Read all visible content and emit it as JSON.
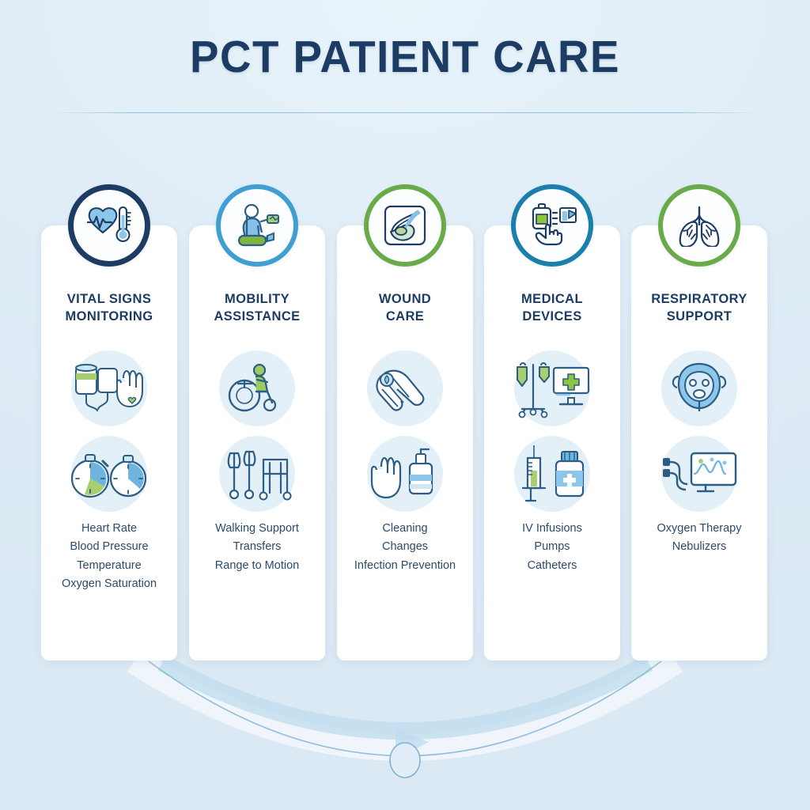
{
  "header": {
    "title": "PCT PATIENT CARE"
  },
  "theme": {
    "background": "#e2eef7",
    "title_color": "#1d3c63",
    "text_color": "#2c4a6b",
    "ring_navy": "#1d3c63",
    "ring_blue": "#3f9fd0",
    "ring_green": "#6aab49",
    "ring_teal": "#1a7fad",
    "card_background": "#ffffff",
    "sub_disc": "#e4f0f8"
  },
  "columns": [
    {
      "heading": "VITAL SIGNS\nMONITORING",
      "ring_style": "navy",
      "badge_icon": "heart-thermometer-icon",
      "sub_icons": [
        "iv-bag-gloved-hand-icon",
        "stopwatch-timers-icon"
      ],
      "items": [
        "Heart Rate",
        "Blood Pressure",
        "Temperature",
        "Oxygen Saturation"
      ]
    },
    {
      "heading": "MOBILITY\nASSISTANCE",
      "ring_style": "blue",
      "badge_icon": "seated-patient-icon",
      "sub_icons": [
        "wheelchair-icon",
        "crutches-walker-icon"
      ],
      "items": [
        "Walking Support",
        "Transfers",
        "Range to Motion"
      ]
    },
    {
      "heading": "WOUND\nCARE",
      "ring_style": "green",
      "badge_icon": "wound-dressing-icon",
      "sub_icons": [
        "bandaged-limb-icon",
        "hand-sanitizer-icon"
      ],
      "items": [
        "Cleaning",
        "Changes",
        "Infection Prevention"
      ]
    },
    {
      "heading": "MEDICAL\nDEVICES",
      "ring_style": "teal",
      "badge_icon": "hand-holding-device-icon",
      "sub_icons": [
        "iv-stand-monitor-icon",
        "syringe-bottle-icon"
      ],
      "items": [
        "IV Infusions",
        "Pumps",
        "Catheters"
      ]
    },
    {
      "heading": "RESPIRATORY\nSUPPORT",
      "ring_style": "green",
      "badge_icon": "lungs-icon",
      "sub_icons": [
        "oxygen-mask-icon",
        "tubing-monitor-icon"
      ],
      "items": [
        "Oxygen Therapy",
        "Nebulizers"
      ]
    }
  ]
}
